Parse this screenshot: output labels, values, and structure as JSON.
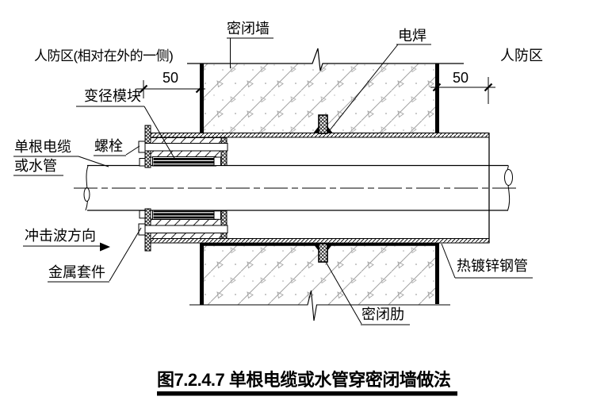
{
  "figure": {
    "title": "图7.2.4.7 单根电缆或水管穿密闭墙做法"
  },
  "labels": {
    "sealed_wall": "密闭墙",
    "welding": "电焊",
    "zone_outer": "人防区(相对在外的一侧)",
    "zone_right": "人防区",
    "dim_left": "50",
    "dim_right": "50",
    "reducing_module": "变径模块",
    "bolt": "螺栓",
    "cable_line1": "单根电缆",
    "cable_line2": "或水管",
    "shock_wave": "冲击波方向",
    "metal_kit": "金属套件",
    "galvanized_pipe": "热镀锌钢管",
    "sealing_rib": "密闭肋"
  },
  "colors": {
    "line": "#000000",
    "wall_hatch": "#a3a3a3",
    "background": "#ffffff"
  }
}
